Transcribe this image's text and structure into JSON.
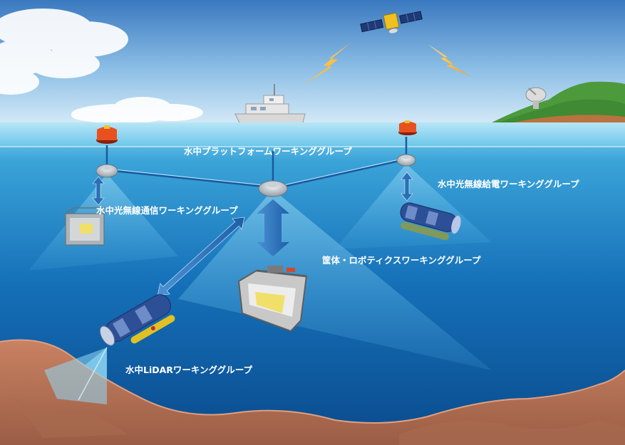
{
  "labels": {
    "platform": "水中プラットフォームワーキンググループ",
    "optical_comm": "水中光無線通信ワーキンググループ",
    "optical_power": "水中光無線給電ワーキンググループ",
    "robotics": "筐体・ロボティクスワーキンググループ",
    "lidar": "水中LiDARワーキンググループ"
  },
  "colors": {
    "sky_top": "#3f7fc4",
    "sky_bottom": "#cfe6f7",
    "sea_surface": "#7fd0ee",
    "sea_deep": "#0a4f93",
    "seabed": "#b8735a",
    "buoy_top": "#e8501e",
    "arrow": "#2a6fb5",
    "beam": "#6fc6ee",
    "label_text": "#ffffff"
  },
  "icons": [
    "satellite-icon",
    "ship-icon",
    "island-antenna-icon",
    "buoy-icon",
    "node-icon",
    "robot-frame-icon",
    "auv-icon",
    "lightning-icon",
    "bidirectional-arrow-icon"
  ]
}
